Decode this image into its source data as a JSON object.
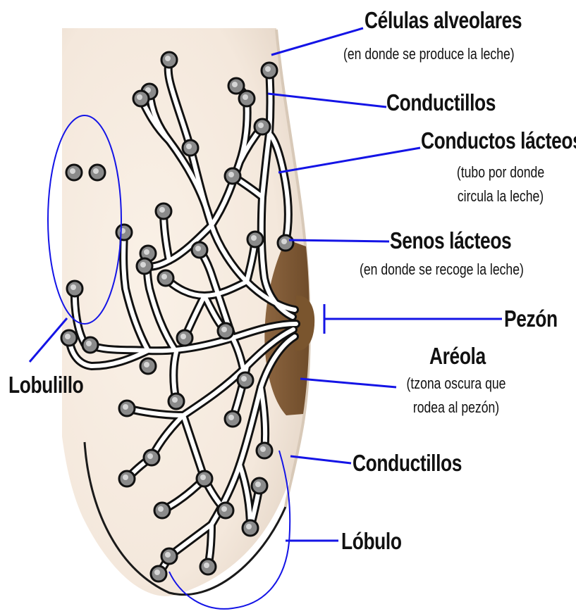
{
  "colors": {
    "background": "#ffffff",
    "skin_light": "#f7ece1",
    "skin_shade": "#e4d6c8",
    "areola": "#7a5530",
    "leader_line": "#1414e6",
    "duct_stroke": "#111111",
    "duct_fill": "#ffffff",
    "alveoli_fill": "#8a8a8a"
  },
  "labels": {
    "celulas_alveolares": "Células alveolares",
    "celulas_alveolares_note": "(en donde se produce la leche)",
    "conductillos_top": "Conductillos",
    "conductos_lacteos": "Conductos lácteos",
    "conductos_lacteos_note_1": "(tubo por donde",
    "conductos_lacteos_note_2": "circula la leche)",
    "senos_lacteos": "Senos lácteos",
    "senos_lacteos_note": "(en donde se recoge la leche)",
    "pezon": "Pezón",
    "areola": "Aréola",
    "areola_note_1": "(tzona oscura que",
    "areola_note_2": "rodea al pezón)",
    "conductillos_bottom": "Conductillos",
    "lobulo": "Lóbulo",
    "lobulillo": "Lobulillo"
  },
  "icons": {
    "alveoli": "alveolus-cluster-icon"
  }
}
